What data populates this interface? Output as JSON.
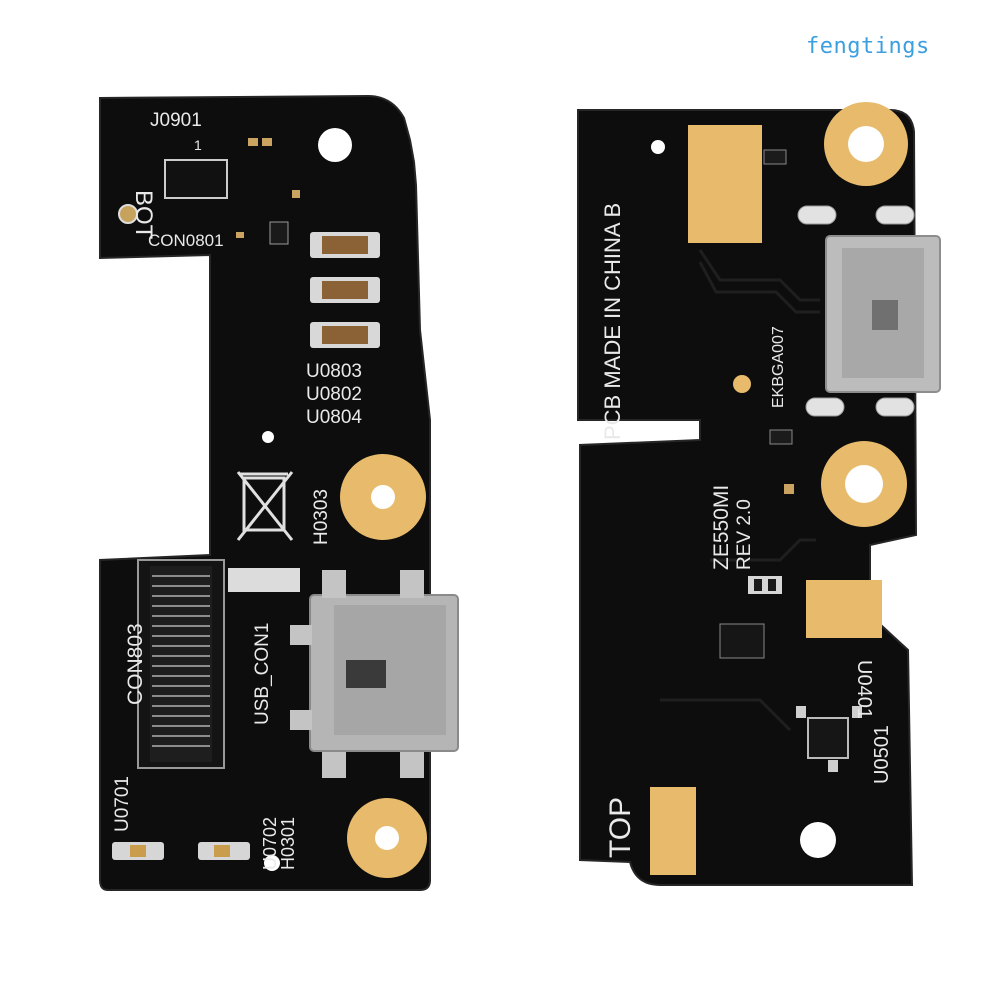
{
  "watermark": "fengtings",
  "colors": {
    "pcb": "#0d0d0d",
    "silkscreen": "#e9e9e9",
    "gold_pad": "#e8bb6c",
    "connector_metal": "#b5b5b5"
  },
  "left_board": {
    "labels": {
      "j0901": "J0901",
      "pin1": "1",
      "bot": "BOT",
      "con0801": "CON0801",
      "u0803": "U0803",
      "u0802": "U0802",
      "u0804": "U0804",
      "h0303": "H0303",
      "con803": "CON803",
      "usb_con1": "USB_CON1",
      "u0701": "U0701",
      "u0702": "U0702",
      "h0301": "H0301"
    }
  },
  "right_board": {
    "labels": {
      "made_in": "PCB MADE IN CHINA B",
      "ekbga": "EKBGA007",
      "model": "ZE550MI",
      "rev": "REV  2.0",
      "u0401": "U0401",
      "u0501": "U0501",
      "top": "TOP"
    }
  }
}
